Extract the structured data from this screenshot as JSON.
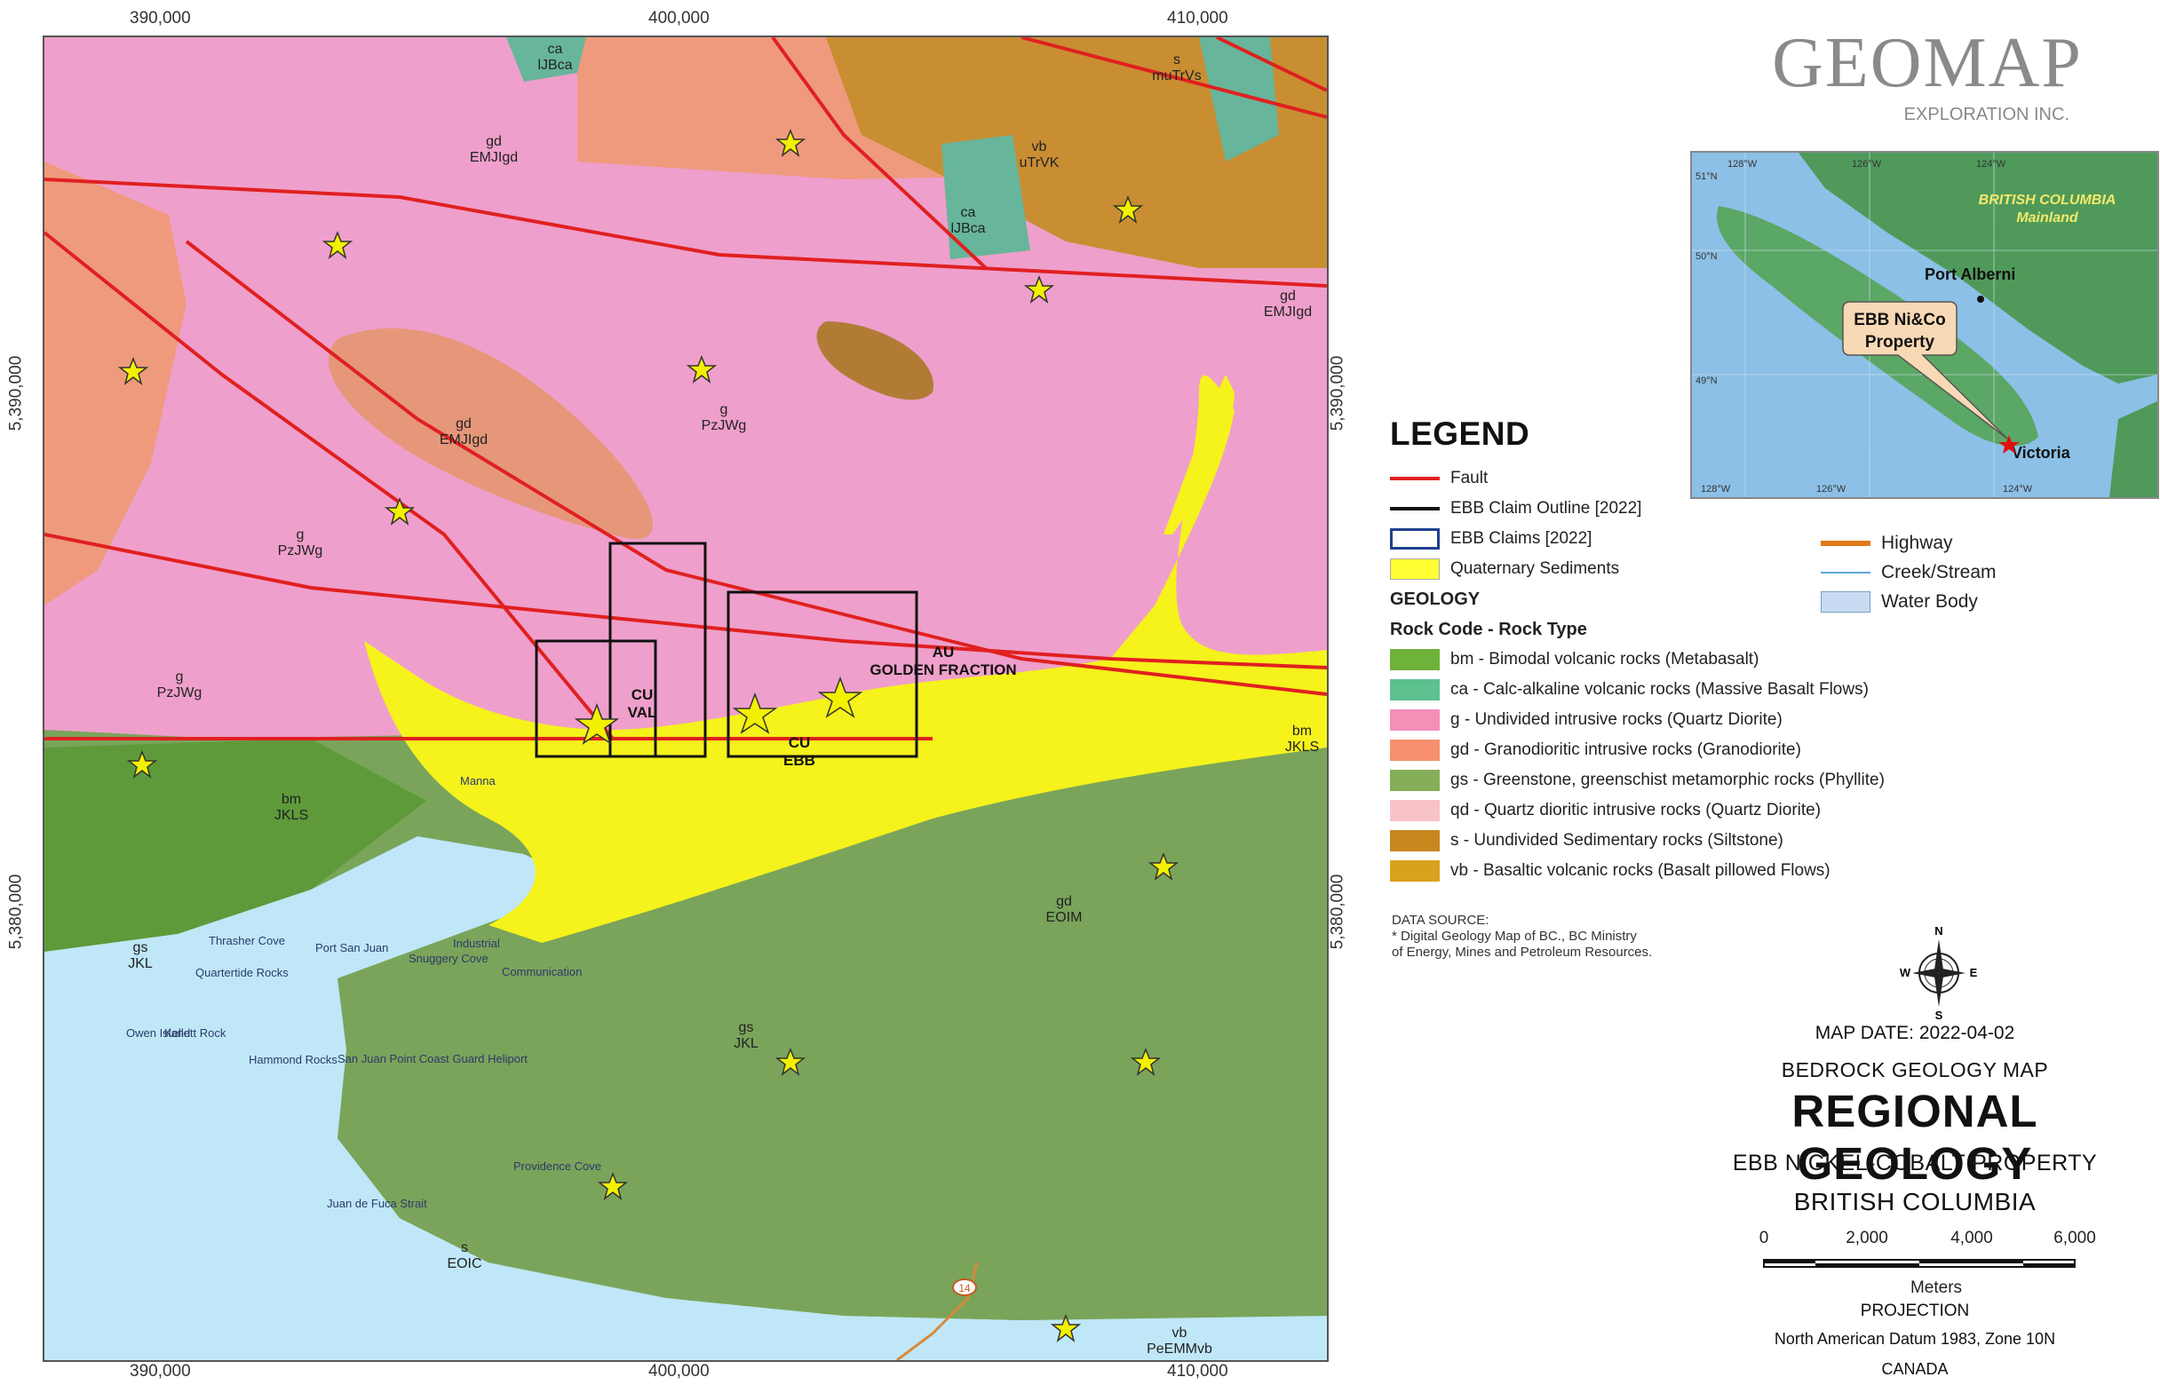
{
  "company": {
    "name": "GEOMAP",
    "subtitle": "EXPLORATION INC."
  },
  "map": {
    "top_coords": [
      "390,000",
      "400,000",
      "410,000"
    ],
    "bottom_coords": [
      "390,000",
      "400,000",
      "410,000"
    ],
    "side_coords": [
      "5,390,000",
      "5,380,000"
    ],
    "rock_labels": [
      {
        "code": "ca",
        "sub": "lJBca"
      },
      {
        "code": "gd",
        "sub": "EMJIgd"
      },
      {
        "code": "s",
        "sub": "muTrVs"
      },
      {
        "code": "vb",
        "sub": "uTrVK"
      },
      {
        "code": "ca",
        "sub": "lJBca"
      },
      {
        "code": "gd",
        "sub": "EMJIgd"
      },
      {
        "code": "g",
        "sub": "PzJWg"
      },
      {
        "code": "gd",
        "sub": "EMJIgd"
      },
      {
        "code": "g",
        "sub": "PzJWg"
      },
      {
        "code": "g",
        "sub": "PzJWg"
      },
      {
        "code": "bm",
        "sub": "JKLS"
      },
      {
        "code": "gs",
        "sub": "JKL"
      },
      {
        "code": "gd",
        "sub": "EOIM"
      },
      {
        "code": "s",
        "sub": "EOIC"
      },
      {
        "code": "vb",
        "sub": "PeEMMvb"
      },
      {
        "code": "gs",
        "sub": "JKL"
      },
      {
        "code": "bm",
        "sub": "JKLS"
      }
    ],
    "claims": [
      {
        "top": "CU",
        "bottom": "VAL"
      },
      {
        "top": "CU",
        "bottom": "EBB"
      },
      {
        "top": "AU",
        "bottom": "GOLDEN FRACTION"
      }
    ],
    "place_labels": [
      "Industrial",
      "Communication",
      "Snuggery Cove",
      "Port San Juan",
      "Quartertide Rocks",
      "Thrasher Cove",
      "Owen Island",
      "Kellett Rock",
      "Hammond Rocks",
      "San Juan Point Coast Guard Heliport",
      "Juan de Fuca Strait",
      "Providence Cove",
      "Manna"
    ],
    "highway_shield": "14"
  },
  "legend": {
    "title": "LEGEND",
    "lines": [
      {
        "label": "Fault",
        "color": "#e02020"
      },
      {
        "label": "EBB Claim Outline [2022]",
        "color": "#111111"
      },
      {
        "label": "EBB Claims [2022]",
        "color": "#1f3f8f"
      },
      {
        "label": "Quaternary Sediments",
        "color": "#ffff33"
      }
    ],
    "geology_header": "GEOLOGY",
    "rock_header": "Rock Code - Rock Type",
    "rocks": [
      {
        "label": "bm - Bimodal volcanic rocks (Metabasalt)",
        "color": "#6fb23a"
      },
      {
        "label": "ca - Calc-alkaline volcanic rocks (Massive Basalt Flows)",
        "color": "#5cc08f"
      },
      {
        "label": "g - Undivided intrusive rocks (Quartz Diorite)",
        "color": "#f48fb8"
      },
      {
        "label": "gd - Granodioritic intrusive rocks (Granodiorite)",
        "color": "#f58f6e"
      },
      {
        "label": "gs - Greenstone, greenschist metamorphic rocks (Phyllite)",
        "color": "#86ad58"
      },
      {
        "label": "qd - Quartz dioritic intrusive rocks (Quartz Diorite)",
        "color": "#f7c2c8"
      },
      {
        "label": "s - Uundivided Sedimentary rocks (Siltstone)",
        "color": "#c8871f"
      },
      {
        "label": "vb - Basaltic volcanic rocks (Basalt pillowed Flows)",
        "color": "#d9a21c"
      }
    ],
    "right": [
      {
        "label": "Highway",
        "color": "#e07a1a"
      },
      {
        "label": "Creek/Stream",
        "color": "#5aa8d8"
      },
      {
        "label": "Water Body",
        "color": "#c7dcf2"
      }
    ]
  },
  "data_source": {
    "heading": "DATA SOURCE:",
    "line1": "* Digital Geology Map of BC., BC Ministry",
    "line2": "of Energy, Mines and Petroleum Resources."
  },
  "inset": {
    "title_line1": "BRITISH COLUMBIA",
    "title_line2": "Mainland",
    "port_alberni": "Port Alberni",
    "victoria": "Victoria",
    "property_line1": "EBB Ni&Co",
    "property_line2": "Property",
    "lon_top": [
      "128°W",
      "126°W",
      "124°W"
    ],
    "lon_bottom": [
      "128°W",
      "126°W",
      "124°W"
    ],
    "lat": [
      "51°N",
      "50°N",
      "49°N"
    ]
  },
  "north": {
    "n": "N",
    "s": "S",
    "e": "E",
    "w": "W"
  },
  "title_block": {
    "map_date": "MAP DATE: 2022-04-02",
    "subtitle": "BEDROCK GEOLOGY MAP",
    "title": "REGIONAL GEOLOGY",
    "property": "EBB NICKEL-COBALT PROPERTY",
    "province": "BRITISH COLUMBIA",
    "scale": {
      "ticks": [
        "0",
        "2,000",
        "4,000",
        "6,000"
      ],
      "units": "Meters"
    },
    "projection": "PROJECTION",
    "datum": "North American Datum 1983, Zone 10N",
    "country": "CANADA"
  }
}
